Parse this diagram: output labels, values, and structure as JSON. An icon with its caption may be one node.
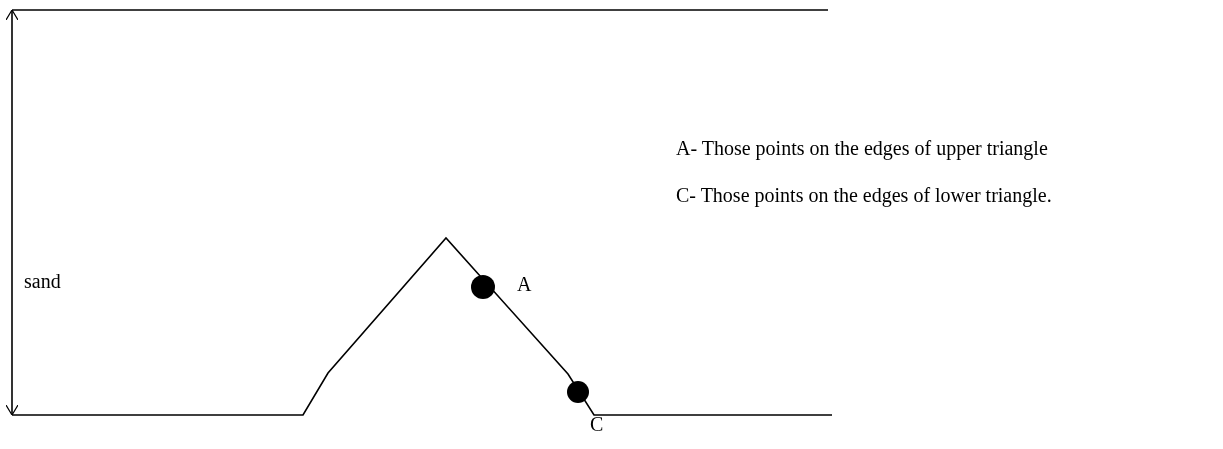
{
  "diagram": {
    "labels": [
      "A- Those points on the edges of upper triangle",
      "C- Those points on the edges of lower triangle.",
      "sand",
      "A",
      "C"
    ]
  }
}
